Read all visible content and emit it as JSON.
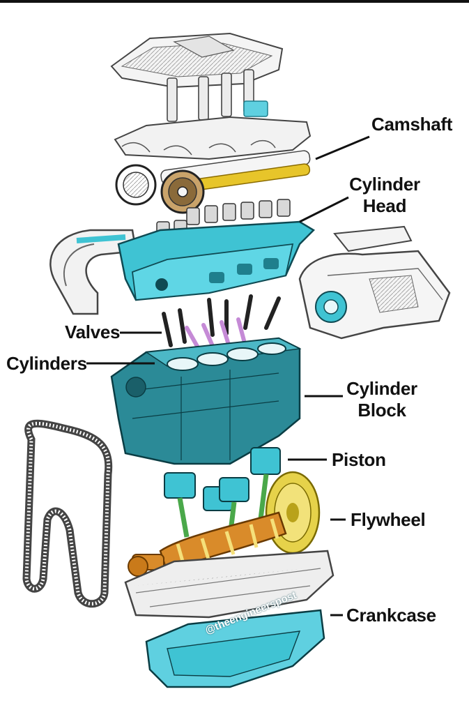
{
  "labels": {
    "camshaft": "Camshaft",
    "cylinder_head_line1": "Cylinder",
    "cylinder_head_line2": "Head",
    "valves": "Valves",
    "cylinders": "Cylinders",
    "cylinder_block_line1": "Cylinder",
    "cylinder_block_line2": "Block",
    "piston": "Piston",
    "flywheel": "Flywheel",
    "crankcase": "Crankcase"
  },
  "watermark": "@theengineerspost",
  "colors": {
    "teal": "#3fc3d3",
    "teal_dark": "#1f7f8d",
    "block": "#2b8a97",
    "camshaft": "#e7c52a",
    "valves": "#c58ad6",
    "crank": "#d98b2a",
    "flywheel": "#e6d24a",
    "line_art": "#555555"
  }
}
